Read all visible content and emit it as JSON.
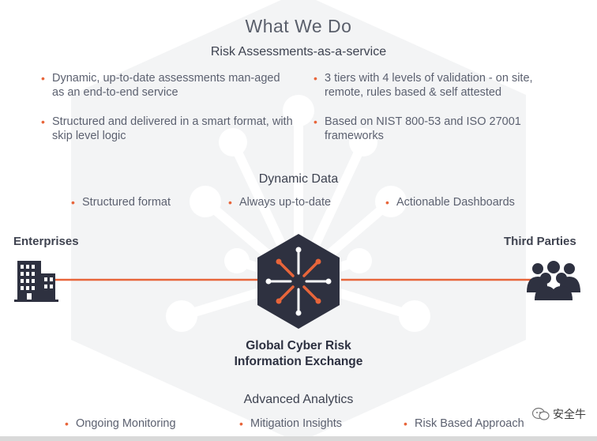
{
  "title": "What We Do",
  "section1": {
    "heading": "Risk Assessments-as-a-service",
    "bullets_left": [
      "Dynamic, up-to-date assessments man-aged as an end-to-end service",
      "Structured and delivered in a smart format, with skip level logic"
    ],
    "bullets_right": [
      "3 tiers with 4 levels of validation - on site, remote, rules based & self attested",
      "Based on NIST 800-53 and ISO 27001 frameworks"
    ]
  },
  "section2": {
    "heading": "Dynamic Data",
    "bullets": [
      "Structured format",
      "Always up-to-date",
      "Actionable Dashboards"
    ]
  },
  "left_entity": "Enterprises",
  "right_entity": "Third Parties",
  "center": {
    "line1": "Global Cyber Risk",
    "line2": "Information Exchange"
  },
  "section3": {
    "heading": "Advanced Analytics",
    "bullets": [
      "Ongoing Monitoring",
      "Mitigation Insights",
      "Risk Based Approach"
    ]
  },
  "watermark": "安全牛",
  "colors": {
    "accent": "#e8653a",
    "hex_dark": "#2e3140",
    "text": "#4a4f5c"
  },
  "icons": [
    "building-icon",
    "people-group-icon",
    "exchange-hex-icon",
    "wechat-icon"
  ]
}
